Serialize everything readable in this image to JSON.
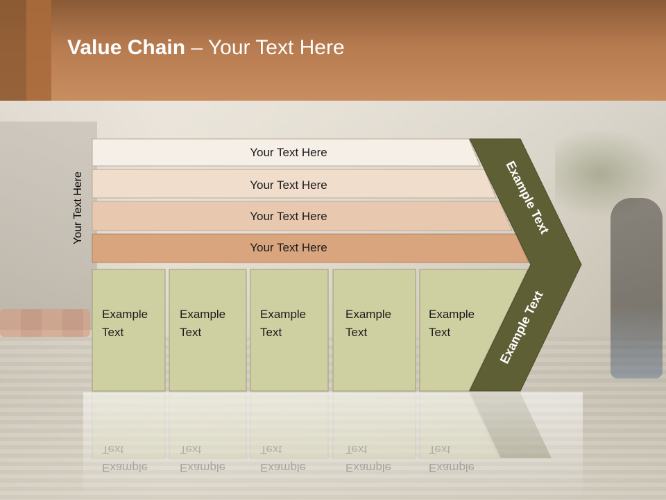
{
  "slide": {
    "title_bold": "Value Chain",
    "title_rest": " – Your Text Here",
    "side_label": "Your Text Here"
  },
  "support_bars": [
    {
      "label": "Your Text Here",
      "color": "#f6efe8"
    },
    {
      "label": "Your Text Here",
      "color": "#f0ddcc"
    },
    {
      "label": "Your Text Here",
      "color": "#e8c9b0"
    },
    {
      "label": "Your Text Here",
      "color": "#d9a57f"
    }
  ],
  "primary_activities": [
    {
      "line1": "Example",
      "line2": "Text"
    },
    {
      "line1": "Example",
      "line2": "Text"
    },
    {
      "line1": "Example",
      "line2": "Text"
    },
    {
      "line1": "Example",
      "line2": "Text"
    },
    {
      "line1": "Example",
      "line2": "Text"
    }
  ],
  "margin": {
    "top_label": "Example Text",
    "bottom_label": "Example Text"
  },
  "colors": {
    "box_fill": "#cfd0a2",
    "chevron_fill": "#5f5f35",
    "header": "#b67a4f"
  }
}
